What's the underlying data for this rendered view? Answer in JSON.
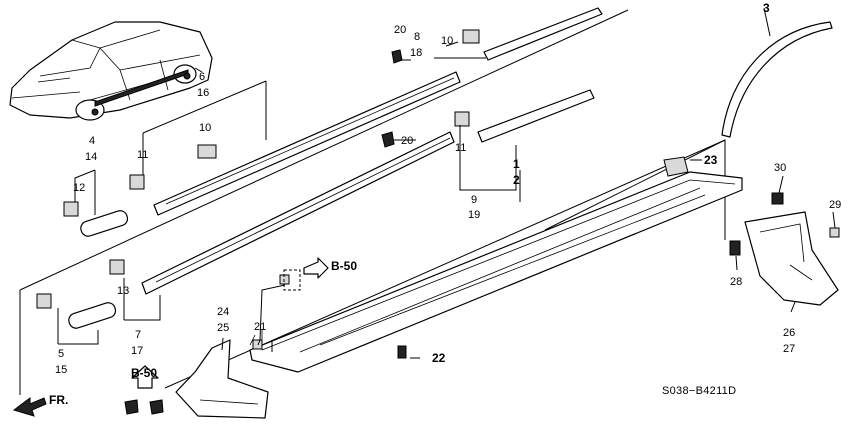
{
  "diagram": {
    "code": "S038−B4211D",
    "front_label": "FR.",
    "ref_labels": [
      "B-50",
      "B-50"
    ],
    "callouts": {
      "c1": "1",
      "c2": "2",
      "c3": "3",
      "c4": "4",
      "c14": "14",
      "c5": "5",
      "c15": "15",
      "c6": "6",
      "c16": "16",
      "c10a": "10",
      "c7": "7",
      "c17": "17",
      "c8": "8",
      "c18": "18",
      "c10b": "10",
      "c9": "9",
      "c19": "19",
      "c11a": "11",
      "c11b": "11",
      "c12": "12",
      "c13": "13",
      "c20a": "20",
      "c20b": "20",
      "c21": "21",
      "c22": "22",
      "c23": "23",
      "c24": "24",
      "c25": "25",
      "c26": "26",
      "c27": "27",
      "c28": "28",
      "c29": "29",
      "c30": "30"
    }
  }
}
